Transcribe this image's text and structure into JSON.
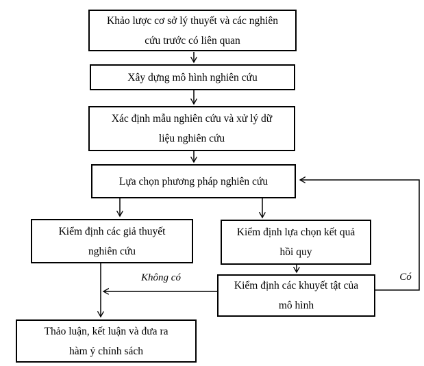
{
  "diagram": {
    "type": "flowchart",
    "language": "vi",
    "colors": {
      "line": "#000000",
      "box_border": "#000000",
      "background": "#ffffff",
      "text": "#000000"
    },
    "nodes": [
      {
        "id": "literature-review",
        "label": "Khảo lược cơ sở lý thuyết và các nghiên cứu trước có liên quan",
        "lines": [
          "Khảo lược cơ sở lý thuyết và các nghiên",
          "cứu trước có liên quan"
        ]
      },
      {
        "id": "build-model",
        "label": "Xây dựng mô hình nghiên cứu",
        "lines": [
          "Xây dựng mô hình nghiên cứu"
        ]
      },
      {
        "id": "sample-data",
        "label": "Xác định mẫu nghiên cứu và xử lý dữ liệu nghiên cứu",
        "lines": [
          "Xác định mẫu nghiên cứu và xử lý dữ",
          "liệu nghiên cứu"
        ]
      },
      {
        "id": "choose-method",
        "label": "Lựa chọn phương pháp nghiên cứu",
        "lines": [
          "Lựa chọn phương pháp nghiên cứu"
        ]
      },
      {
        "id": "test-hypotheses",
        "label": "Kiểm định các giả thuyết nghiên cứu",
        "lines": [
          "Kiểm định các giả thuyết",
          "nghiên cứu"
        ]
      },
      {
        "id": "test-regression-choice",
        "label": "Kiểm định lựa chọn kết quả hồi quy",
        "lines": [
          "Kiểm định lựa chọn kết quả",
          "hồi quy"
        ]
      },
      {
        "id": "test-model-defects",
        "label": "Kiểm định các khuyết tật của mô hình",
        "lines": [
          "Kiểm định các khuyết tật của",
          "mô hình"
        ]
      },
      {
        "id": "discussion-conclusion",
        "label": "Thảo luận, kết luận và đưa ra hàm ý chính sách",
        "lines": [
          "Thảo luận, kết luận và đưa ra",
          "hàm ý chính sách"
        ]
      }
    ],
    "edges": [
      {
        "from": "literature-review",
        "to": "build-model"
      },
      {
        "from": "build-model",
        "to": "sample-data"
      },
      {
        "from": "sample-data",
        "to": "choose-method"
      },
      {
        "from": "choose-method",
        "to": "test-hypotheses"
      },
      {
        "from": "choose-method",
        "to": "test-regression-choice"
      },
      {
        "from": "test-regression-choice",
        "to": "test-model-defects"
      },
      {
        "from": "test-model-defects",
        "to": "discussion-conclusion",
        "label": "Không có"
      },
      {
        "from": "test-model-defects",
        "to": "choose-method",
        "label": "Có"
      },
      {
        "from": "test-hypotheses",
        "to": "discussion-conclusion"
      }
    ],
    "edge_labels": {
      "no": "Không có",
      "yes": "Có"
    }
  }
}
